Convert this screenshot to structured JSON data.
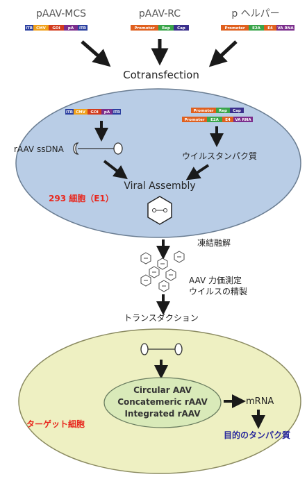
{
  "colors": {
    "itr": "#2b3fa0",
    "cmv": "#f0a019",
    "goi": "#d23c1e",
    "pa": "#7b2d8c",
    "promoter": "#e0601e",
    "rep": "#3aa54a",
    "cap": "#3a2f8c",
    "e2a": "#3aa54a",
    "e4": "#e0601e",
    "va": "#7b2d8c",
    "arrow": "#1a1a1a",
    "cell_fill": "#b9cde6",
    "target_fill": "#eef0c2",
    "inner_fill": "#d9eab9",
    "red_text": "#e8281e",
    "blue_text": "#2a2a9c",
    "label_text": "#333333"
  },
  "plasmids": {
    "mcs": {
      "title": "pAAV-MCS",
      "segments": [
        "ITR",
        "CMV",
        "GOI",
        "pA",
        "ITR"
      ]
    },
    "rc": {
      "title": "pAAV-RC",
      "segments": [
        "Promoter",
        "Rep",
        "Cap"
      ]
    },
    "helper": {
      "title": "p ヘルパー",
      "segments": [
        "Promoter",
        "E2A",
        "E4",
        "VA RNA"
      ]
    }
  },
  "steps": {
    "cotransfection": "Cotransfection",
    "ssdna": "rAAV ssDNA",
    "viral_proteins": "ウイルスタンパク質",
    "viral_assembly": "Viral Assembly",
    "cell_label": "293 細胞（E1）",
    "freeze_thaw": "凍結融解",
    "titer": "AAV 力価測定",
    "purification": "ウイルスの精製",
    "transduction": "トランスダクション"
  },
  "target": {
    "forms": [
      "Circular AAV",
      "Concatemeric rAAV",
      "Integrated rAAV"
    ],
    "mrna": "mRNA",
    "protein": "目的のタンパク質",
    "cell_label": "ターゲット細胞"
  }
}
